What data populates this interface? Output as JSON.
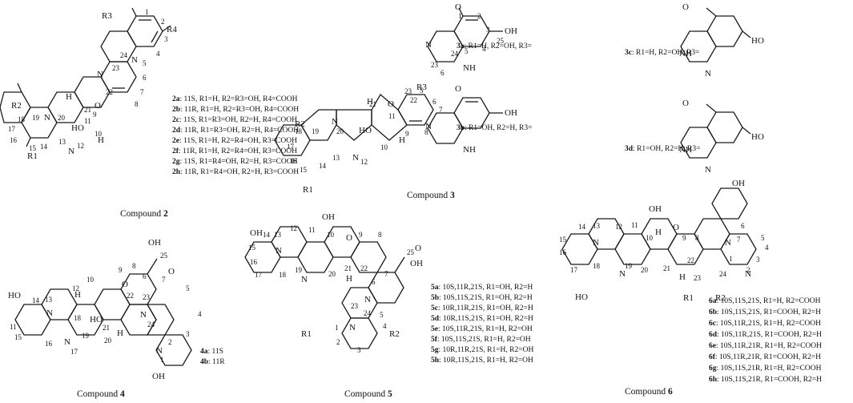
{
  "captions": {
    "c2": {
      "prefix": "Compound ",
      "num": "2"
    },
    "c3": {
      "prefix": "Compound ",
      "num": "3"
    },
    "c4": {
      "prefix": "Compound ",
      "num": "4"
    },
    "c5": {
      "prefix": "Compound ",
      "num": "5"
    },
    "c6": {
      "prefix": "Compound ",
      "num": "6"
    }
  },
  "compound2": {
    "variants": [
      {
        "id": "2a",
        "desc": ": 11S, R1=H, R2=R3=OH, R4=COOH"
      },
      {
        "id": "2b",
        "desc": ": 11R, R1=H, R2=R3=OH, R4=COOH"
      },
      {
        "id": "2c",
        "desc": ": 11S, R1=R3=OH, R2=H, R4=COOH"
      },
      {
        "id": "2d",
        "desc": ": 11R, R1=R3=OH, R2=H, R4=COOH"
      },
      {
        "id": "2e",
        "desc": ": 11S, R1=H, R2=R4=OH, R3=COOH"
      },
      {
        "id": "2f",
        "desc": ": 11R, R1=H, R2=R4=OH, R3=COOH"
      },
      {
        "id": "2g",
        "desc": ": 11S, R1=R4=OH, R2=H, R3=COOH"
      },
      {
        "id": "2h",
        "desc": ": 11R, R1=R4=OH, R2=H, R3=COOH"
      }
    ],
    "atoms": [
      "R3",
      "R4",
      "R2",
      "R1",
      "N",
      "N",
      "N",
      "N",
      "O",
      "HO",
      "H",
      "H"
    ],
    "numbers": [
      "1",
      "2",
      "3",
      "4",
      "24",
      "5",
      "23",
      "6",
      "7",
      "8",
      "22",
      "9",
      "21",
      "11",
      "20",
      "10",
      "19",
      "18",
      "17",
      "16",
      "15",
      "14",
      "13",
      "12"
    ]
  },
  "compound3": {
    "variants": [
      {
        "id": "3a",
        "desc": ": R1=H, R2=OH, R3="
      },
      {
        "id": "3b",
        "desc": ": R1=OH, R2=H, R3="
      },
      {
        "id": "3c",
        "desc": ": R1=H, R2=OH, R3="
      },
      {
        "id": "3d",
        "desc": ": R1=OH, R2=H, R3="
      }
    ],
    "atoms": [
      "R2",
      "R1",
      "R3",
      "N",
      "N",
      "O",
      "HO",
      "H",
      "H",
      "O",
      "OH",
      "N",
      "NH",
      "O",
      "OH",
      "N",
      "NH",
      "O",
      "HO",
      "NH",
      "N",
      "O",
      "HO",
      "NH",
      "N"
    ],
    "numbers": [
      "18",
      "19",
      "20",
      "21",
      "11",
      "22",
      "23",
      "5",
      "6",
      "17",
      "16",
      "15",
      "14",
      "13",
      "12",
      "10",
      "9",
      "8",
      "7",
      "1",
      "2",
      "3",
      "4",
      "24",
      "5",
      "25",
      "23",
      "6"
    ]
  },
  "compound4": {
    "variants": [
      {
        "id": "4a",
        "desc": ": 11S"
      },
      {
        "id": "4b",
        "desc": ": 11R"
      }
    ],
    "atoms": [
      "HO",
      "N",
      "N",
      "N",
      "N",
      "O",
      "HO",
      "H",
      "H",
      "O",
      "OH",
      "OH"
    ],
    "numbers": [
      "14",
      "13",
      "12",
      "10",
      "9",
      "8",
      "25",
      "7",
      "6",
      "5",
      "4",
      "3",
      "2",
      "1",
      "24",
      "23",
      "22",
      "21",
      "20",
      "19",
      "18",
      "17",
      "16",
      "15",
      "11"
    ]
  },
  "compound5": {
    "variants": [
      {
        "id": "5a",
        "desc": ": 10S,11R,21S, R1=OH, R2=H"
      },
      {
        "id": "5b",
        "desc": ": 10S,11S,21S, R1=OH, R2=H"
      },
      {
        "id": "5c",
        "desc": ": 10R,11R,21S, R1=OH, R2=H"
      },
      {
        "id": "5d",
        "desc": ": 10R,11S,21S, R1=OH, R2=H"
      },
      {
        "id": "5e",
        "desc": ": 10S,11R,21S, R1=H, R2=OH"
      },
      {
        "id": "5f",
        "desc": ": 10S,11S,21S, R1=H, R2=OH"
      },
      {
        "id": "5g",
        "desc": ": 10R,11R,21S, R1=H, R2=OH"
      },
      {
        "id": "5h",
        "desc": ": 10R,11S,21S, R1=H, R2=OH"
      }
    ],
    "atoms": [
      "OH",
      "OH",
      "N",
      "N",
      "N",
      "N",
      "O",
      "O",
      "OH",
      "H",
      "R1",
      "R2"
    ],
    "numbers": [
      "14",
      "13",
      "12",
      "11",
      "10",
      "9",
      "8",
      "25",
      "15",
      "16",
      "17",
      "18",
      "19",
      "20",
      "21",
      "22",
      "7",
      "6",
      "23",
      "24",
      "5",
      "4",
      "1",
      "2",
      "3"
    ]
  },
  "compound6": {
    "variants": [
      {
        "id": "6a",
        "desc": ": 10S,11S,21S, R1=H, R2=COOH"
      },
      {
        "id": "6b",
        "desc": ": 10S,11S,21S, R1=COOH, R2=H"
      },
      {
        "id": "6c",
        "desc": ": 10S,11R,21S, R1=H, R2=COOH"
      },
      {
        "id": "6d",
        "desc": ": 10S,11R,21S, R1=COOH, R2=H"
      },
      {
        "id": "6e",
        "desc": ": 10S,11R,21R, R1=H, R2=COOH"
      },
      {
        "id": "6f",
        "desc": ": 10S,11R,21R, R1=COOH, R2=H"
      },
      {
        "id": "6g",
        "desc": ": 10S,11S,21R, R1=H, R2=COOH"
      },
      {
        "id": "6h",
        "desc": ": 10S,11S,21R, R1=COOH, R2=H"
      }
    ],
    "atoms": [
      "OH",
      "HO",
      "N",
      "N",
      "N",
      "N",
      "O",
      "OH",
      "H",
      "H",
      "R1",
      "R2"
    ],
    "numbers": [
      "14",
      "13",
      "12",
      "11",
      "10",
      "9",
      "8",
      "7",
      "6",
      "5",
      "4",
      "3",
      "2",
      "1",
      "15",
      "16",
      "17",
      "18",
      "19",
      "20",
      "21",
      "22",
      "23",
      "24"
    ]
  }
}
